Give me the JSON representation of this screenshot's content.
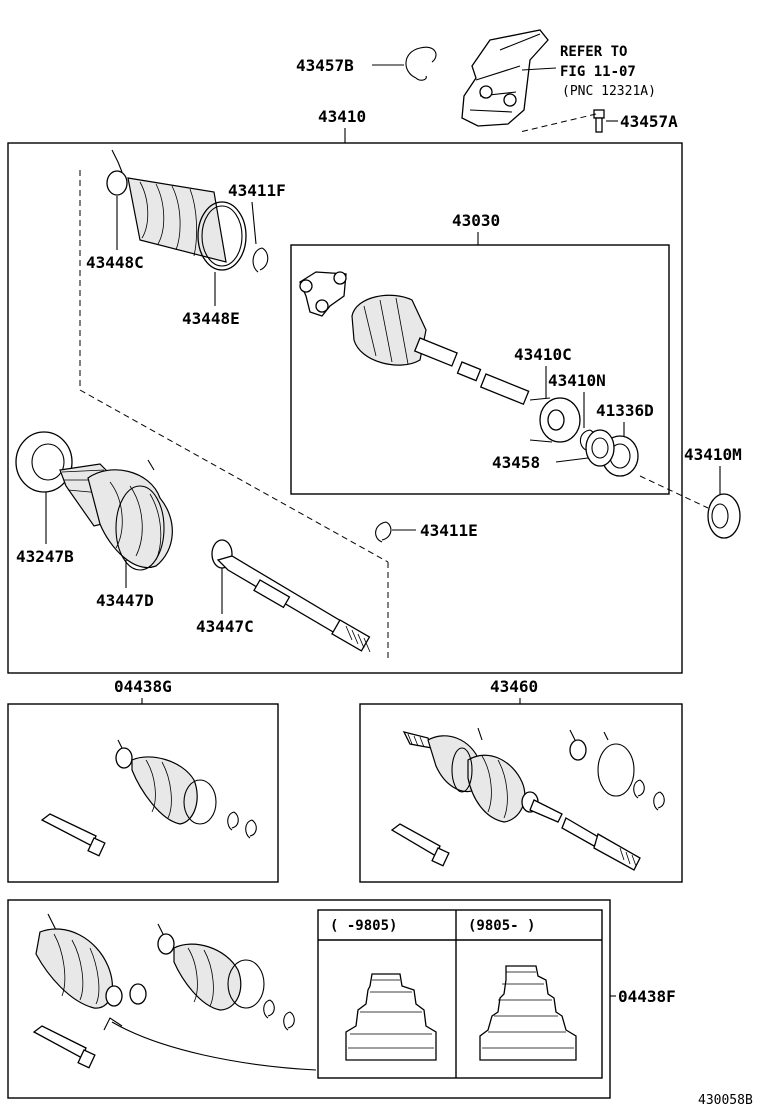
{
  "labels": {
    "p43457B": "43457B",
    "refer_line1": "REFER TO",
    "refer_line2": "FIG 11-07",
    "refer_line3": "(PNC 12321A)",
    "p43457A": "43457A",
    "p43410": "43410",
    "p43411F": "43411F",
    "p43448C": "43448C",
    "p43448E": "43448E",
    "p43030": "43030",
    "p43410C": "43410C",
    "p43410N": "43410N",
    "p41336D": "41336D",
    "p43458": "43458",
    "p43410M": "43410M",
    "p43411E": "43411E",
    "p43247B": "43247B",
    "p43447D": "43447D",
    "p43447C": "43447C",
    "p04438G": "04438G",
    "p43460": "43460",
    "p04438F": "04438F",
    "period_left": "(     -9805)",
    "period_right": "(9805-     )",
    "figure_id": "430058B"
  }
}
